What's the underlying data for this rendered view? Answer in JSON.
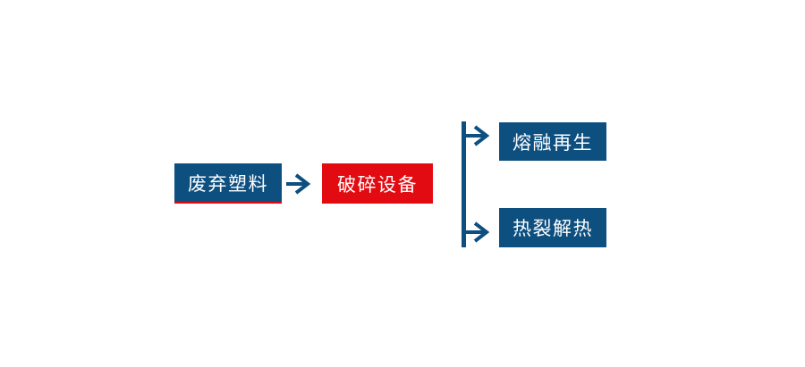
{
  "diagram": {
    "type": "flowchart",
    "colors": {
      "blue": "#0d4f7f",
      "red": "#e30b12",
      "text": "#ffffff",
      "bg": "#ffffff"
    },
    "nodes": [
      {
        "id": "waste-plastic",
        "label": "废弃塑料",
        "style": "blue-with-red-underline"
      },
      {
        "id": "crushing-equipment",
        "label": "破碎设备",
        "style": "red"
      },
      {
        "id": "melt-regeneration",
        "label": "熔融再生",
        "style": "blue"
      },
      {
        "id": "pyrolysis",
        "label": "热裂解热",
        "style": "blue"
      }
    ],
    "edges": [
      {
        "from": "waste-plastic",
        "to": "crushing-equipment",
        "type": "arrow"
      },
      {
        "from": "crushing-equipment",
        "to": "melt-regeneration",
        "type": "branch-arrow"
      },
      {
        "from": "crushing-equipment",
        "to": "pyrolysis",
        "type": "branch-arrow"
      }
    ]
  }
}
